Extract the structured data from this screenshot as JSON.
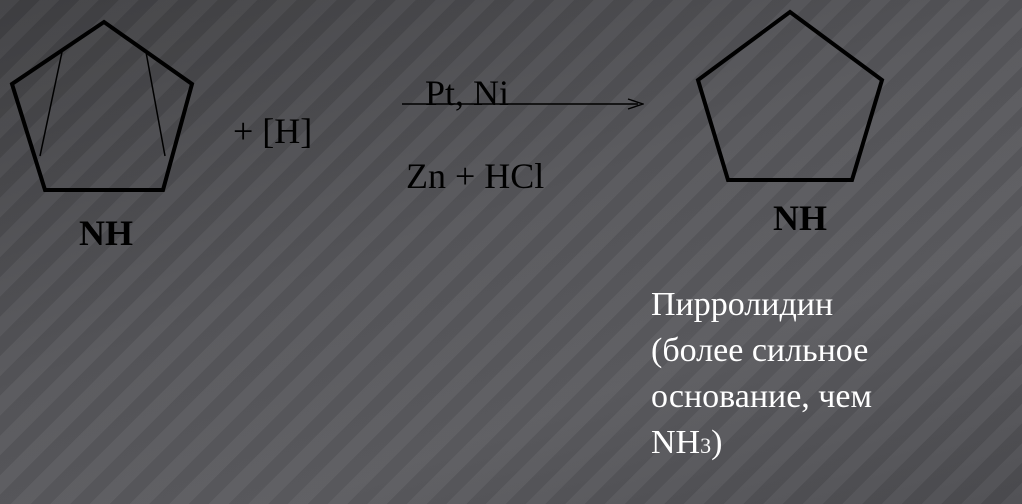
{
  "reaction": {
    "reactant_label": "NH",
    "reagent": "+ [H]",
    "catalyst_top": "Pt, Ni",
    "catalyst_bottom": "Zn + HCl",
    "product_label": "NH"
  },
  "caption": {
    "line1": "Пирролидин",
    "line2": "(более сильное",
    "line3": "основание, чем",
    "line4_main": "NH",
    "line4_sub": "3",
    "line4_tail": ")"
  },
  "colors": {
    "background": "#4a4a4d",
    "structure": "#000000",
    "caption_text": "#ffffff"
  }
}
